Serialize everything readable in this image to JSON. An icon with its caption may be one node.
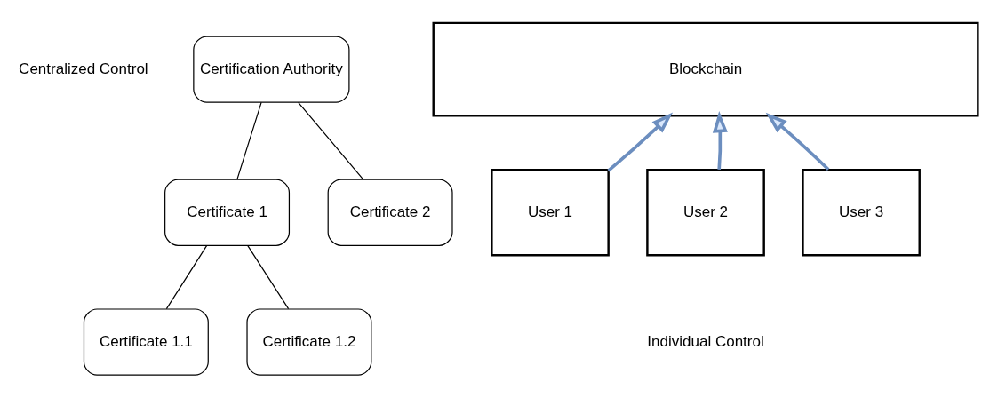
{
  "diagram": {
    "nodes": [
      {
        "text": [
          "Certification Authority"
        ]
      },
      {
        "text": [
          "Certificate 1"
        ]
      },
      {
        "text": [
          "Certificate 2"
        ]
      },
      {
        "text": [
          "Certificate 1.1"
        ]
      },
      {
        "text": [
          "Certificate 1.2"
        ]
      },
      {
        "text": [
          "Blockchain"
        ]
      },
      {
        "text": [
          "User 1"
        ]
      },
      {
        "text": [
          "User 2"
        ]
      },
      {
        "text": [
          "User 3"
        ]
      }
    ],
    "edges": [
      {
        "from": 0,
        "to": 1,
        "arrow": "none"
      },
      {
        "from": 0,
        "to": 2,
        "arrow": "none"
      },
      {
        "from": 1,
        "to": 3,
        "arrow": "none"
      },
      {
        "from": 1,
        "to": 4,
        "arrow": "none"
      },
      {
        "from": 6,
        "to": 5,
        "arrow": "to",
        "style": "thick",
        "color": "#6c8ebf"
      },
      {
        "from": 7,
        "to": 5,
        "arrow": "to",
        "style": "thick",
        "color": "#6c8ebf"
      },
      {
        "from": 8,
        "to": 5,
        "arrow": "to",
        "style": "thick",
        "color": "#6c8ebf"
      }
    ],
    "labels": [
      "Centralized Control",
      "Individual Control"
    ]
  }
}
